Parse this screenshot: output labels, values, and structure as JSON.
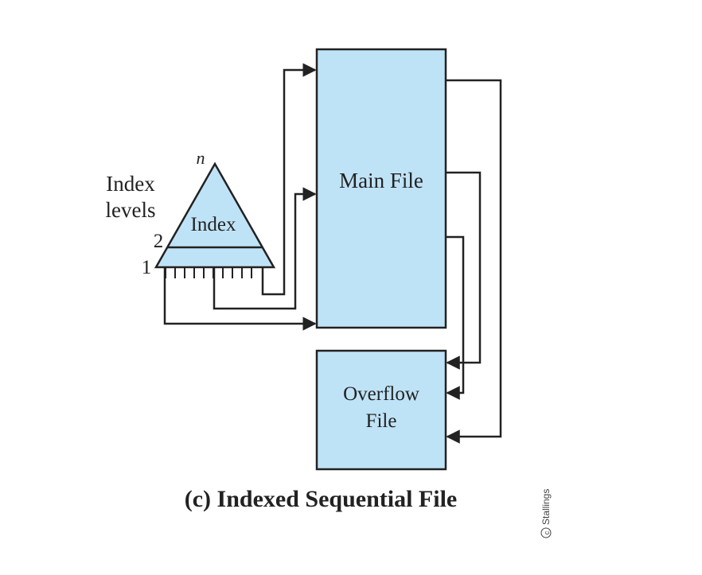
{
  "colors": {
    "box_fill": "#bfe3f6",
    "stroke": "#222222"
  },
  "labels": {
    "index_levels_line1": "Index",
    "index_levels_line2": "levels",
    "n": "n",
    "level2": "2",
    "level1": "1",
    "index": "Index",
    "main_file": "Main File",
    "overflow_line1": "Overflow",
    "overflow_line2": "File",
    "caption": "(c) Indexed Sequential File",
    "credit": "Stallings"
  }
}
